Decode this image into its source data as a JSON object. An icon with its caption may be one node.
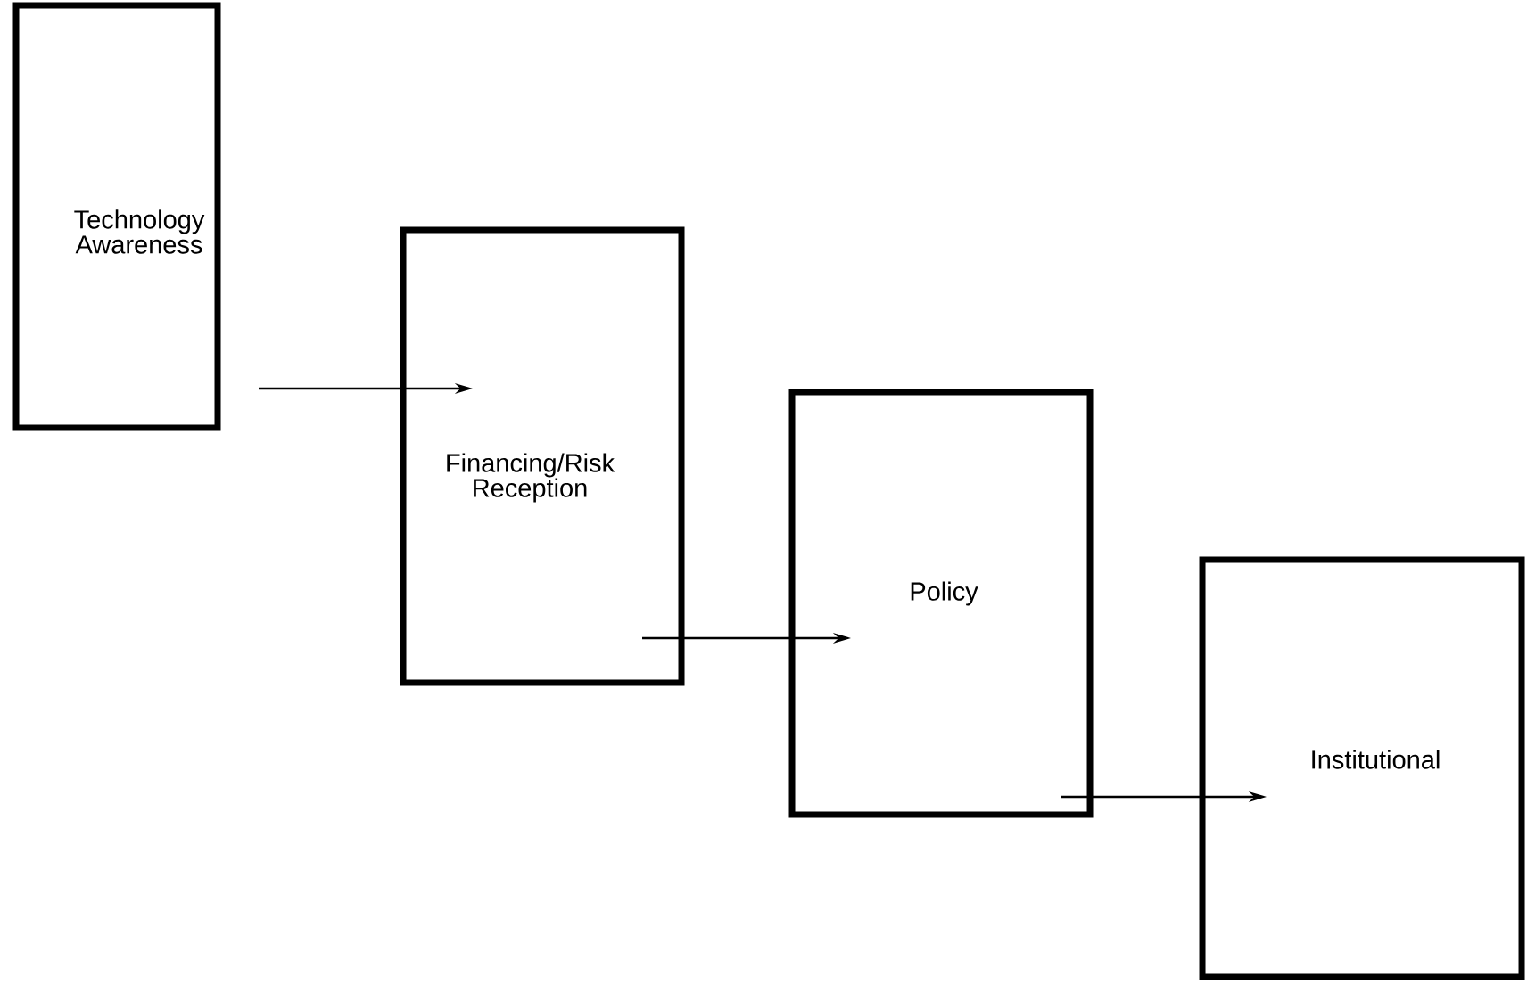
{
  "diagram": {
    "nodes": [
      {
        "text": [
          "Technology Awareness"
        ]
      },
      {
        "text": [
          "Financing/Risk Reception"
        ]
      },
      {
        "text": [
          "Policy"
        ]
      },
      {
        "text": [
          "Institutional"
        ]
      }
    ],
    "edges": [
      {
        "from": 0,
        "to": 1,
        "arrow": "to"
      },
      {
        "from": 1,
        "to": 2,
        "arrow": "to"
      },
      {
        "from": 2,
        "to": 3,
        "arrow": "to"
      }
    ]
  }
}
